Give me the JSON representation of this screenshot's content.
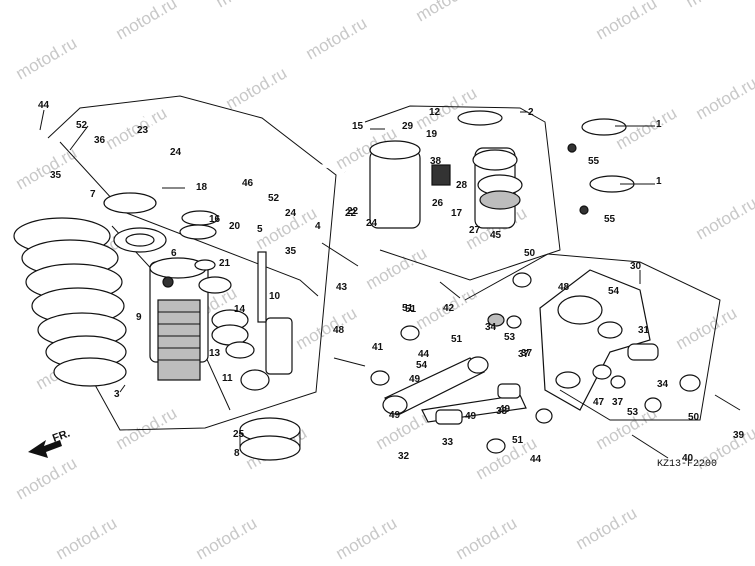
{
  "watermark": "motod.ru",
  "diagram_code": "KZ13-F2200",
  "direction_label": "FR.",
  "callouts": [
    "44",
    "52",
    "36",
    "35",
    "23",
    "24",
    "18",
    "46",
    "7",
    "16",
    "20",
    "5",
    "52",
    "35",
    "21",
    "9",
    "6",
    "14",
    "10",
    "3",
    "13",
    "11",
    "25",
    "8",
    "15",
    "12",
    "29",
    "19",
    "2",
    "38",
    "28",
    "26",
    "17",
    "27",
    "22",
    "24",
    "1",
    "55",
    "1",
    "55",
    "4",
    "43",
    "45",
    "50",
    "30",
    "51",
    "42",
    "48",
    "54",
    "34",
    "53",
    "37",
    "31",
    "48",
    "41",
    "51",
    "44",
    "54",
    "49",
    "49",
    "49",
    "33",
    "51",
    "32",
    "44",
    "33",
    "47",
    "53",
    "37",
    "34",
    "50",
    "39",
    "40",
    "22",
    "24",
    "51",
    "37",
    "49"
  ]
}
